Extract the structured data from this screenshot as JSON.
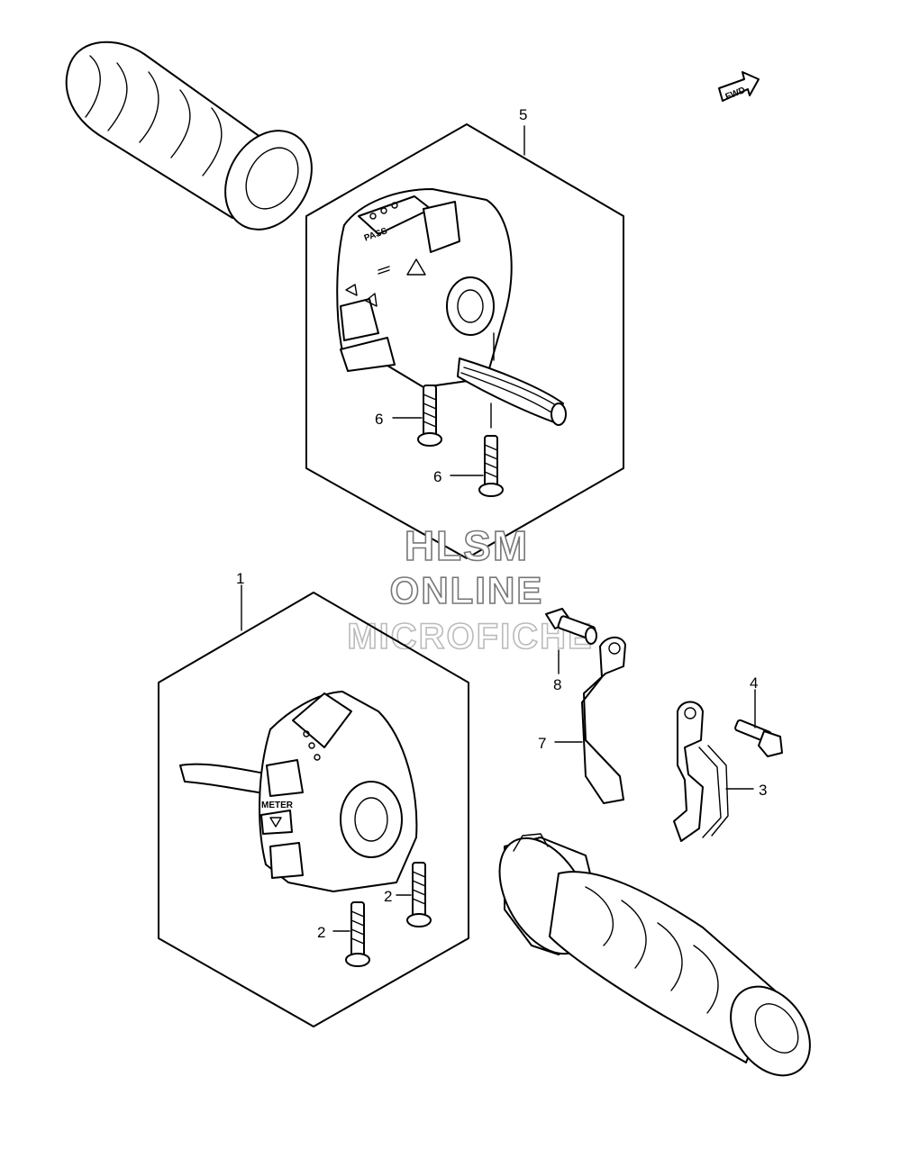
{
  "direction_badge": "FWD",
  "callouts": {
    "c1": "1",
    "c2a": "2",
    "c2b": "2",
    "c3": "3",
    "c4": "4",
    "c5": "5",
    "c6a": "6",
    "c6b": "6",
    "c7": "7",
    "c8": "8"
  },
  "watermark": {
    "line1": "HLSM",
    "line2": "ONLINE",
    "line3": "MICROFICHE"
  },
  "switch_labels": {
    "pass": "PASS",
    "meter": "METER"
  }
}
